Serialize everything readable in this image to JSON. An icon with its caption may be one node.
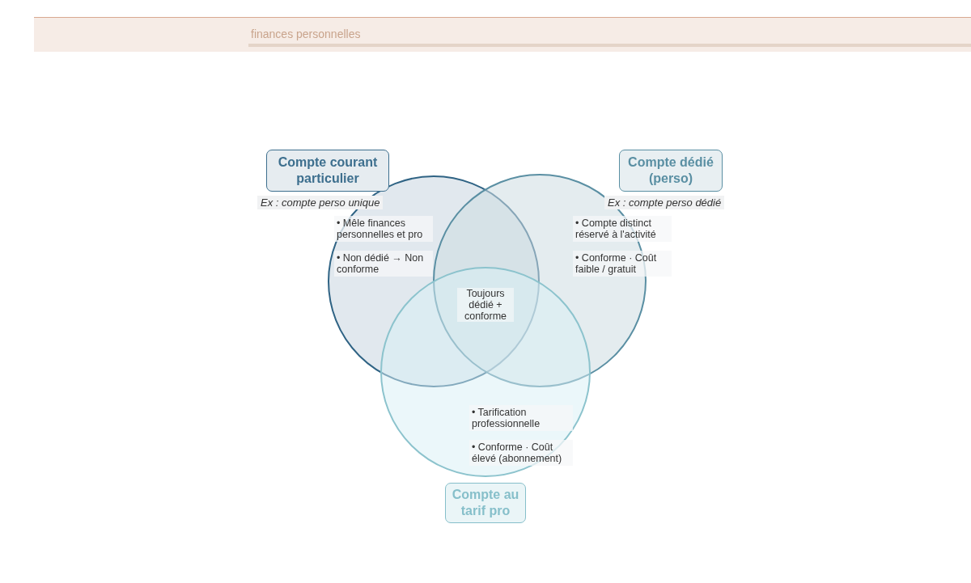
{
  "diagram": {
    "nodes": [
      {
        "text": [
          "Compte courant particulier"
        ]
      },
      {
        "text": [
          "Compte dédié (perso)"
        ]
      },
      {
        "text": [
          "Compte au tarif pro"
        ]
      },
      {
        "text": [
          "• Mêle finances personnelles et pro",
          "• Non dédié → Non conforme"
        ]
      },
      {
        "text": [
          "• Compte distinct réservé à l'activité",
          "• Conforme · Coût faible / gratuit"
        ]
      },
      {
        "text": [
          "• Tarification professionnelle",
          "• Conforme · Coût élevé (abonnement)"
        ]
      }
    ],
    "edges": [],
    "labels": [
      "finances personnelles",
      "Ex : compte perso unique",
      "Ex : compte perso dédié",
      "Toujours dédié + conforme"
    ]
  }
}
